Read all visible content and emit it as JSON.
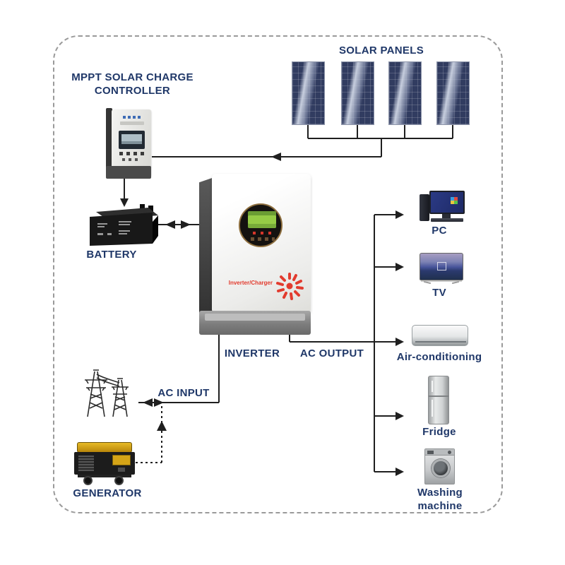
{
  "labels": {
    "solar_panels": "SOLAR PANELS",
    "mppt_controller_line1": "MPPT SOLAR CHARGE",
    "mppt_controller_line2": "CONTROLLER",
    "battery": "BATTERY",
    "inverter": "INVERTER",
    "ac_output": "AC OUTPUT",
    "ac_input": "AC INPUT",
    "generator": "GENERATOR",
    "pc": "PC",
    "tv": "TV",
    "air_conditioning": "Air-conditioning",
    "fridge": "Fridge",
    "washing_machine": "Washing machine"
  },
  "devices": {
    "inverter_brand": "Inverter/Charger"
  },
  "colors": {
    "label_text": "#1f3768",
    "wire": "#1f1f1f",
    "border_dash": "#9a9a9a",
    "solar_panel_blue": "#313c60",
    "inverter_accent_red": "#e23b2e",
    "lcd_green": "#96cc46",
    "generator_yellow": "#d5a417"
  },
  "connections": [
    {
      "from": "solar-panels",
      "to": "mppt-controller",
      "style": "solid",
      "direction": "one-way"
    },
    {
      "from": "mppt-controller",
      "to": "battery",
      "style": "solid",
      "direction": "one-way"
    },
    {
      "from": "battery",
      "to": "inverter",
      "style": "solid",
      "direction": "two-way"
    },
    {
      "from": "inverter",
      "to": "appliances",
      "style": "solid",
      "direction": "one-way",
      "label": "AC OUTPUT",
      "targets": [
        "PC",
        "TV",
        "Air-conditioning",
        "Fridge",
        "Washing machine"
      ]
    },
    {
      "from": "grid-pylons",
      "to": "inverter",
      "style": "solid",
      "direction": "two-way",
      "label": "AC INPUT"
    },
    {
      "from": "generator",
      "to": "ac-input-line",
      "style": "dashed",
      "direction": "one-way"
    }
  ]
}
